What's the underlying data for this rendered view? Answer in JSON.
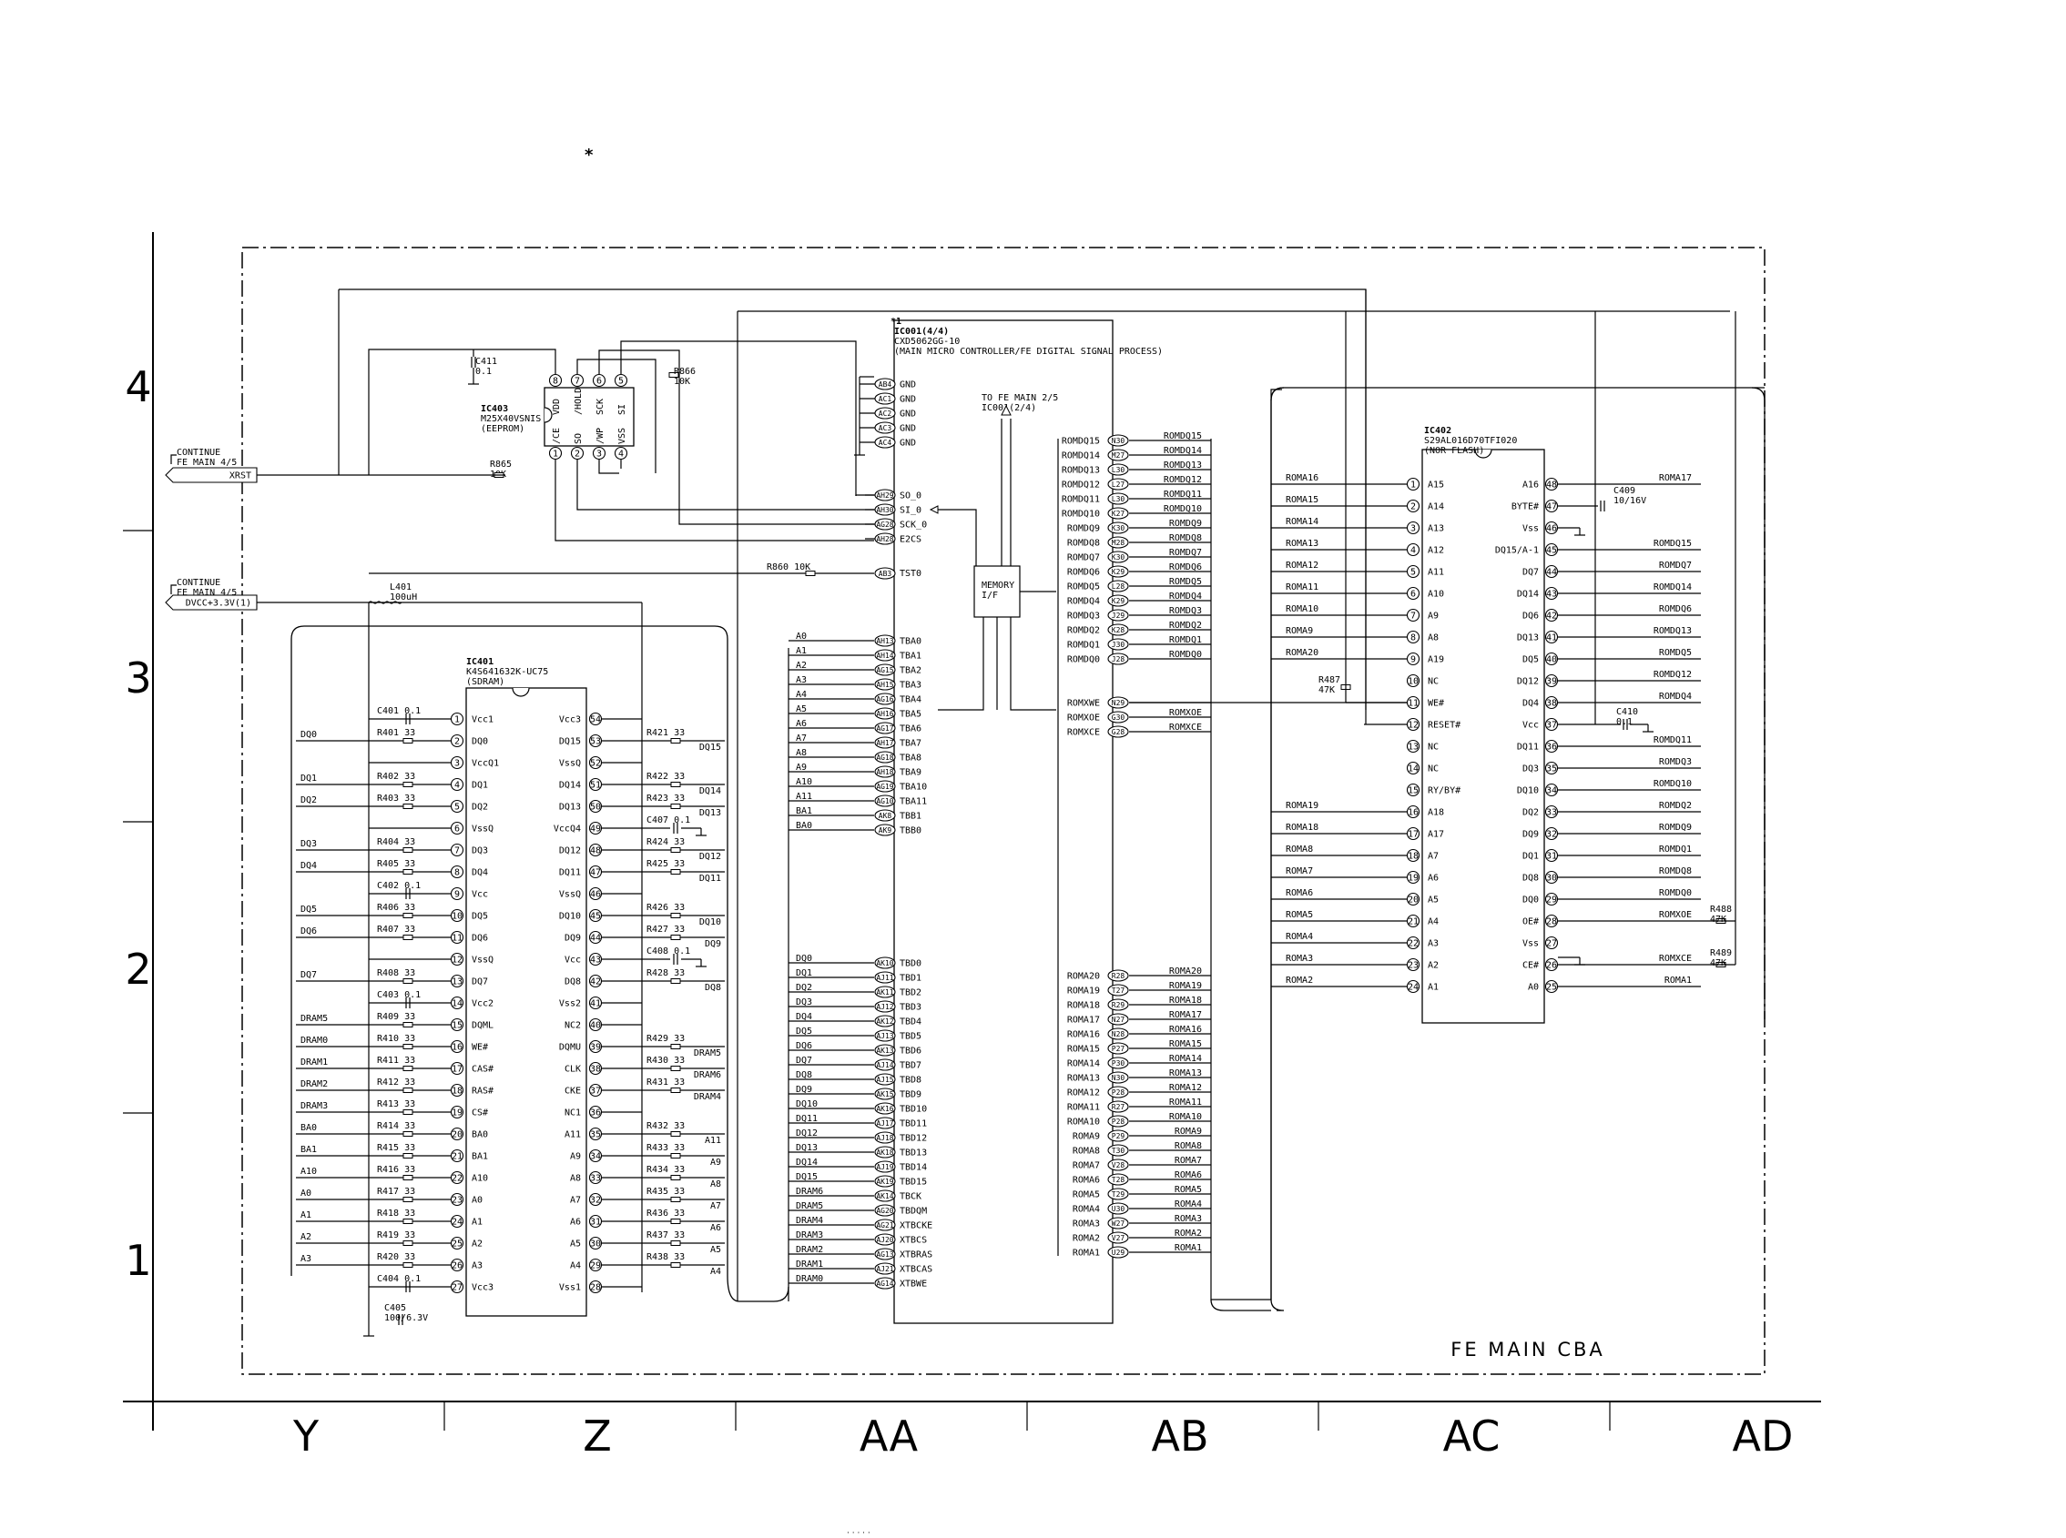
{
  "header": {
    "asterisk": "*"
  },
  "rows": [
    "4",
    "3",
    "2",
    "1"
  ],
  "columns": [
    "Y",
    "Z",
    "AA",
    "AB",
    "AC",
    "AD"
  ],
  "board_name": "FE MAIN CBA",
  "connectors": {
    "continue_top": "CONTINUE\nFE MAIN 4/5",
    "xrst": "XRST",
    "continue_mid": "CONTINUE\nFE MAIN 4/5",
    "dvcc": "DVCC+3.3V(1)"
  },
  "ic403": {
    "ref": "IC403",
    "part": "M25X40VSNIS",
    "desc": "(EEPROM)",
    "top_pins": [
      {
        "num": "8",
        "name": "VDD"
      },
      {
        "num": "7",
        "name": "/HOLD"
      },
      {
        "num": "6",
        "name": "SCK"
      },
      {
        "num": "5",
        "name": "SI"
      }
    ],
    "bottom_pins": [
      {
        "num": "1",
        "name": "/CE"
      },
      {
        "num": "2",
        "name": "SO"
      },
      {
        "num": "3",
        "name": "/WP"
      },
      {
        "num": "4",
        "name": "VSS"
      }
    ],
    "c411": "C411\n0.1",
    "r866": "R866\n10K",
    "r865": "R865\n10K"
  },
  "ic401": {
    "ref": "IC401",
    "part": "K4S641632K-UC75",
    "desc": "(SDRAM)",
    "left_pins": [
      {
        "num": "1",
        "name": "Vcc1",
        "res": "C401  0.1",
        "net": ""
      },
      {
        "num": "2",
        "name": "DQ0",
        "res": "R401  33",
        "net": "DQ0"
      },
      {
        "num": "3",
        "name": "VccQ1",
        "res": "",
        "net": ""
      },
      {
        "num": "4",
        "name": "DQ1",
        "res": "R402  33",
        "net": "DQ1"
      },
      {
        "num": "5",
        "name": "DQ2",
        "res": "R403  33",
        "net": "DQ2"
      },
      {
        "num": "6",
        "name": "VssQ",
        "res": "",
        "net": ""
      },
      {
        "num": "7",
        "name": "DQ3",
        "res": "R404  33",
        "net": "DQ3"
      },
      {
        "num": "8",
        "name": "DQ4",
        "res": "R405  33",
        "net": "DQ4"
      },
      {
        "num": "9",
        "name": "Vcc",
        "res": "C402  0.1",
        "net": ""
      },
      {
        "num": "10",
        "name": "DQ5",
        "res": "R406  33",
        "net": "DQ5"
      },
      {
        "num": "11",
        "name": "DQ6",
        "res": "R407  33",
        "net": "DQ6"
      },
      {
        "num": "12",
        "name": "VssQ",
        "res": "",
        "net": ""
      },
      {
        "num": "13",
        "name": "DQ7",
        "res": "R408  33",
        "net": "DQ7"
      },
      {
        "num": "14",
        "name": "Vcc2",
        "res": "C403  0.1",
        "net": ""
      },
      {
        "num": "15",
        "name": "DQML",
        "res": "R409  33",
        "net": "DRAM5"
      },
      {
        "num": "16",
        "name": "WE#",
        "res": "R410  33",
        "net": "DRAM0"
      },
      {
        "num": "17",
        "name": "CAS#",
        "res": "R411  33",
        "net": "DRAM1"
      },
      {
        "num": "18",
        "name": "RAS#",
        "res": "R412  33",
        "net": "DRAM2"
      },
      {
        "num": "19",
        "name": "CS#",
        "res": "R413  33",
        "net": "DRAM3"
      },
      {
        "num": "20",
        "name": "BA0",
        "res": "R414  33",
        "net": "BA0"
      },
      {
        "num": "21",
        "name": "BA1",
        "res": "R415  33",
        "net": "BA1"
      },
      {
        "num": "22",
        "name": "A10",
        "res": "R416  33",
        "net": "A10"
      },
      {
        "num": "23",
        "name": "A0",
        "res": "R417  33",
        "net": "A0"
      },
      {
        "num": "24",
        "name": "A1",
        "res": "R418  33",
        "net": "A1"
      },
      {
        "num": "25",
        "name": "A2",
        "res": "R419  33",
        "net": "A2"
      },
      {
        "num": "26",
        "name": "A3",
        "res": "R420  33",
        "net": "A3"
      },
      {
        "num": "27",
        "name": "Vcc3",
        "res": "C404  0.1",
        "net": ""
      }
    ],
    "right_pins": [
      {
        "num": "54",
        "name": "Vcc3",
        "res": "",
        "net": ""
      },
      {
        "num": "53",
        "name": "DQ15",
        "res": "R421  33",
        "net": "DQ15"
      },
      {
        "num": "52",
        "name": "VssQ",
        "res": "",
        "net": ""
      },
      {
        "num": "51",
        "name": "DQ14",
        "res": "R422  33",
        "net": "DQ14"
      },
      {
        "num": "50",
        "name": "DQ13",
        "res": "R423  33",
        "net": "DQ13"
      },
      {
        "num": "49",
        "name": "VccQ4",
        "res": "C407  0.1",
        "net": ""
      },
      {
        "num": "48",
        "name": "DQ12",
        "res": "R424  33",
        "net": "DQ12"
      },
      {
        "num": "47",
        "name": "DQ11",
        "res": "R425  33",
        "net": "DQ11"
      },
      {
        "num": "46",
        "name": "VssQ",
        "res": "",
        "net": ""
      },
      {
        "num": "45",
        "name": "DQ10",
        "res": "R426  33",
        "net": "DQ10"
      },
      {
        "num": "44",
        "name": "DQ9",
        "res": "R427  33",
        "net": "DQ9"
      },
      {
        "num": "43",
        "name": "Vcc",
        "res": "C408  0.1",
        "net": ""
      },
      {
        "num": "42",
        "name": "DQ8",
        "res": "R428  33",
        "net": "DQ8"
      },
      {
        "num": "41",
        "name": "Vss2",
        "res": "",
        "net": ""
      },
      {
        "num": "40",
        "name": "NC2",
        "res": "",
        "net": ""
      },
      {
        "num": "39",
        "name": "DQMU",
        "res": "R429  33",
        "net": "DRAM5"
      },
      {
        "num": "38",
        "name": "CLK",
        "res": "R430  33",
        "net": "DRAM6"
      },
      {
        "num": "37",
        "name": "CKE",
        "res": "R431  33",
        "net": "DRAM4"
      },
      {
        "num": "36",
        "name": "NC1",
        "res": "",
        "net": ""
      },
      {
        "num": "35",
        "name": "A11",
        "res": "R432  33",
        "net": "A11"
      },
      {
        "num": "34",
        "name": "A9",
        "res": "R433  33",
        "net": "A9"
      },
      {
        "num": "33",
        "name": "A8",
        "res": "R434  33",
        "net": "A8"
      },
      {
        "num": "32",
        "name": "A7",
        "res": "R435  33",
        "net": "A7"
      },
      {
        "num": "31",
        "name": "A6",
        "res": "R436  33",
        "net": "A6"
      },
      {
        "num": "30",
        "name": "A5",
        "res": "R437  33",
        "net": "A5"
      },
      {
        "num": "29",
        "name": "A4",
        "res": "R438  33",
        "net": "A4"
      },
      {
        "num": "28",
        "name": "Vss1",
        "res": "",
        "net": ""
      }
    ],
    "c405": "C405\n100/6.3V",
    "l401": "L401\n100uH"
  },
  "ic001": {
    "note": "*1",
    "ref": "IC001(4/4)",
    "part": "CXD5062GG-10",
    "desc": "(MAIN MICRO CONTROLLER/FE DIGITAL SIGNAL PROCESS)",
    "to_note": "TO FE MAIN 2/5\nIC001(2/4)",
    "mem_if": "MEMORY\nI/F",
    "r860": "R860   10K",
    "gnd_pins": [
      {
        "num": "AB4",
        "name": "GND"
      },
      {
        "num": "AC1",
        "name": "GND"
      },
      {
        "num": "AC2",
        "name": "GND"
      },
      {
        "num": "AC3",
        "name": "GND"
      },
      {
        "num": "AC4",
        "name": "GND"
      }
    ],
    "spi_pins": [
      {
        "num": "AH29",
        "name": "SO_0"
      },
      {
        "num": "AH30",
        "name": "SI_0"
      },
      {
        "num": "AG28",
        "name": "SCK_0"
      },
      {
        "num": "AH28",
        "name": "E2CS"
      }
    ],
    "tst": {
      "num": "AB3",
      "name": "TST0"
    },
    "tba": [
      {
        "num": "AH13",
        "name": "TBA0",
        "net": "A0"
      },
      {
        "num": "AH14",
        "name": "TBA1",
        "net": "A1"
      },
      {
        "num": "AG15",
        "name": "TBA2",
        "net": "A2"
      },
      {
        "num": "AH15",
        "name": "TBA3",
        "net": "A3"
      },
      {
        "num": "AG16",
        "name": "TBA4",
        "net": "A4"
      },
      {
        "num": "AH16",
        "name": "TBA5",
        "net": "A5"
      },
      {
        "num": "AG17",
        "name": "TBA6",
        "net": "A6"
      },
      {
        "num": "AH17",
        "name": "TBA7",
        "net": "A7"
      },
      {
        "num": "AG18",
        "name": "TBA8",
        "net": "A8"
      },
      {
        "num": "AH18",
        "name": "TBA9",
        "net": "A9"
      },
      {
        "num": "AG19",
        "name": "TBA10",
        "net": "A10"
      },
      {
        "num": "AG10",
        "name": "TBA11",
        "net": "A11"
      },
      {
        "num": "AK8",
        "name": "TBB1",
        "net": "BA1"
      },
      {
        "num": "AK9",
        "name": "TBB0",
        "net": "BA0"
      }
    ],
    "tbd": [
      {
        "num": "AK10",
        "name": "TBD0",
        "net": "DQ0"
      },
      {
        "num": "AJ11",
        "name": "TBD1",
        "net": "DQ1"
      },
      {
        "num": "AK11",
        "name": "TBD2",
        "net": "DQ2"
      },
      {
        "num": "AJ12",
        "name": "TBD3",
        "net": "DQ3"
      },
      {
        "num": "AK12",
        "name": "TBD4",
        "net": "DQ4"
      },
      {
        "num": "AJ13",
        "name": "TBD5",
        "net": "DQ5"
      },
      {
        "num": "AK13",
        "name": "TBD6",
        "net": "DQ6"
      },
      {
        "num": "AJ14",
        "name": "TBD7",
        "net": "DQ7"
      },
      {
        "num": "AJ15",
        "name": "TBD8",
        "net": "DQ8"
      },
      {
        "num": "AK15",
        "name": "TBD9",
        "net": "DQ9"
      },
      {
        "num": "AK16",
        "name": "TBD10",
        "net": "DQ10"
      },
      {
        "num": "AJ17",
        "name": "TBD11",
        "net": "DQ11"
      },
      {
        "num": "AJ18",
        "name": "TBD12",
        "net": "DQ12"
      },
      {
        "num": "AK18",
        "name": "TBD13",
        "net": "DQ13"
      },
      {
        "num": "AJ19",
        "name": "TBD14",
        "net": "DQ14"
      },
      {
        "num": "AK19",
        "name": "TBD15",
        "net": "DQ15"
      },
      {
        "num": "AK14",
        "name": "TBCK",
        "net": "DRAM6"
      },
      {
        "num": "AG20",
        "name": "TBDQM",
        "net": "DRAM5"
      },
      {
        "num": "AG21",
        "name": "XTBCKE",
        "net": "DRAM4"
      },
      {
        "num": "AJ20",
        "name": "XTBCS",
        "net": "DRAM3"
      },
      {
        "num": "AG13",
        "name": "XTBRAS",
        "net": "DRAM2"
      },
      {
        "num": "AJ21",
        "name": "XTBCAS",
        "net": "DRAM1"
      },
      {
        "num": "AG14",
        "name": "XTBWE",
        "net": "DRAM0"
      }
    ],
    "romdq": [
      {
        "num": "N30",
        "name": "ROMDQ15"
      },
      {
        "num": "M27",
        "name": "ROMDQ14"
      },
      {
        "num": "L30",
        "name": "ROMDQ13"
      },
      {
        "num": "L27",
        "name": "ROMDQ12"
      },
      {
        "num": "L30",
        "name": "ROMDQ11"
      },
      {
        "num": "K27",
        "name": "ROMDQ10"
      },
      {
        "num": "K30",
        "name": "ROMDQ9"
      },
      {
        "num": "M28",
        "name": "ROMDQ8"
      },
      {
        "num": "K30",
        "name": "ROMDQ7"
      },
      {
        "num": "K29",
        "name": "ROMDQ6"
      },
      {
        "num": "L28",
        "name": "ROMDQ5"
      },
      {
        "num": "K29",
        "name": "ROMDQ4"
      },
      {
        "num": "J29",
        "name": "ROMDQ3"
      },
      {
        "num": "K28",
        "name": "ROMDQ2"
      },
      {
        "num": "J30",
        "name": "ROMDQ1"
      },
      {
        "num": "J28",
        "name": "ROMDQ0"
      }
    ],
    "romctl": [
      {
        "num": "N29",
        "name": "ROMXWE",
        "net": ""
      },
      {
        "num": "G30",
        "name": "ROMXOE",
        "net": "ROMXOE"
      },
      {
        "num": "G28",
        "name": "ROMXCE",
        "net": "ROMXCE"
      }
    ],
    "roma": [
      {
        "num": "R28",
        "name": "ROMA20"
      },
      {
        "num": "T27",
        "name": "ROMA19"
      },
      {
        "num": "R29",
        "name": "ROMA18"
      },
      {
        "num": "N27",
        "name": "ROMA17"
      },
      {
        "num": "N28",
        "name": "ROMA16"
      },
      {
        "num": "P27",
        "name": "ROMA15"
      },
      {
        "num": "P30",
        "name": "ROMA14"
      },
      {
        "num": "N30",
        "name": "ROMA13"
      },
      {
        "num": "P28",
        "name": "ROMA12"
      },
      {
        "num": "R27",
        "name": "ROMA11"
      },
      {
        "num": "P28",
        "name": "ROMA10"
      },
      {
        "num": "P29",
        "name": "ROMA9"
      },
      {
        "num": "T30",
        "name": "ROMA8"
      },
      {
        "num": "V28",
        "name": "ROMA7"
      },
      {
        "num": "T28",
        "name": "ROMA6"
      },
      {
        "num": "T29",
        "name": "ROMA5"
      },
      {
        "num": "U30",
        "name": "ROMA4"
      },
      {
        "num": "W27",
        "name": "ROMA3"
      },
      {
        "num": "V27",
        "name": "ROMA2"
      },
      {
        "num": "U29",
        "name": "ROMA1"
      }
    ]
  },
  "ic402": {
    "ref": "IC402",
    "part": "S29AL016D70TFI020",
    "desc": "(NOR FLASH)",
    "left_pins": [
      {
        "num": "1",
        "name": "A15",
        "net": "ROMA16"
      },
      {
        "num": "2",
        "name": "A14",
        "net": "ROMA15"
      },
      {
        "num": "3",
        "name": "A13",
        "net": "ROMA14"
      },
      {
        "num": "4",
        "name": "A12",
        "net": "ROMA13"
      },
      {
        "num": "5",
        "name": "A11",
        "net": "ROMA12"
      },
      {
        "num": "6",
        "name": "A10",
        "net": "ROMA11"
      },
      {
        "num": "7",
        "name": "A9",
        "net": "ROMA10"
      },
      {
        "num": "8",
        "name": "A8",
        "net": "ROMA9"
      },
      {
        "num": "9",
        "name": "A19",
        "net": "ROMA20"
      },
      {
        "num": "10",
        "name": "NC",
        "net": ""
      },
      {
        "num": "11",
        "name": "WE#",
        "net": ""
      },
      {
        "num": "12",
        "name": "RESET#",
        "net": ""
      },
      {
        "num": "13",
        "name": "NC",
        "net": ""
      },
      {
        "num": "14",
        "name": "NC",
        "net": ""
      },
      {
        "num": "15",
        "name": "RY/BY#",
        "net": ""
      },
      {
        "num": "16",
        "name": "A18",
        "net": "ROMA19"
      },
      {
        "num": "17",
        "name": "A17",
        "net": "ROMA18"
      },
      {
        "num": "18",
        "name": "A7",
        "net": "ROMA8"
      },
      {
        "num": "19",
        "name": "A6",
        "net": "ROMA7"
      },
      {
        "num": "20",
        "name": "A5",
        "net": "ROMA6"
      },
      {
        "num": "21",
        "name": "A4",
        "net": "ROMA5"
      },
      {
        "num": "22",
        "name": "A3",
        "net": "ROMA4"
      },
      {
        "num": "23",
        "name": "A2",
        "net": "ROMA3"
      },
      {
        "num": "24",
        "name": "A1",
        "net": "ROMA2"
      }
    ],
    "right_pins": [
      {
        "num": "48",
        "name": "A16",
        "net": "ROMA17"
      },
      {
        "num": "47",
        "name": "BYTE#",
        "net": ""
      },
      {
        "num": "46",
        "name": "Vss",
        "net": ""
      },
      {
        "num": "45",
        "name": "DQ15/A-1",
        "net": "ROMDQ15"
      },
      {
        "num": "44",
        "name": "DQ7",
        "net": "ROMDQ7"
      },
      {
        "num": "43",
        "name": "DQ14",
        "net": "ROMDQ14"
      },
      {
        "num": "42",
        "name": "DQ6",
        "net": "ROMDQ6"
      },
      {
        "num": "41",
        "name": "DQ13",
        "net": "ROMDQ13"
      },
      {
        "num": "40",
        "name": "DQ5",
        "net": "ROMDQ5"
      },
      {
        "num": "39",
        "name": "DQ12",
        "net": "ROMDQ12"
      },
      {
        "num": "38",
        "name": "DQ4",
        "net": "ROMDQ4"
      },
      {
        "num": "37",
        "name": "Vcc",
        "net": ""
      },
      {
        "num": "36",
        "name": "DQ11",
        "net": "ROMDQ11"
      },
      {
        "num": "35",
        "name": "DQ3",
        "net": "ROMDQ3"
      },
      {
        "num": "34",
        "name": "DQ10",
        "net": "ROMDQ10"
      },
      {
        "num": "33",
        "name": "DQ2",
        "net": "ROMDQ2"
      },
      {
        "num": "32",
        "name": "DQ9",
        "net": "ROMDQ9"
      },
      {
        "num": "31",
        "name": "DQ1",
        "net": "ROMDQ1"
      },
      {
        "num": "30",
        "name": "DQ8",
        "net": "ROMDQ8"
      },
      {
        "num": "29",
        "name": "DQ0",
        "net": "ROMDQ0"
      },
      {
        "num": "28",
        "name": "OE#",
        "net": "ROMXOE"
      },
      {
        "num": "27",
        "name": "Vss",
        "net": ""
      },
      {
        "num": "26",
        "name": "CE#",
        "net": "ROMXCE"
      },
      {
        "num": "25",
        "name": "A0",
        "net": "ROMA1"
      }
    ],
    "c409": "C409\n10/16V",
    "c410": "C410\n0.1",
    "r487": "R487\n47K",
    "r488": "R488\n47K",
    "r489": "R489\n47K"
  },
  "footer": {
    "scribble": "· · · · ·"
  }
}
